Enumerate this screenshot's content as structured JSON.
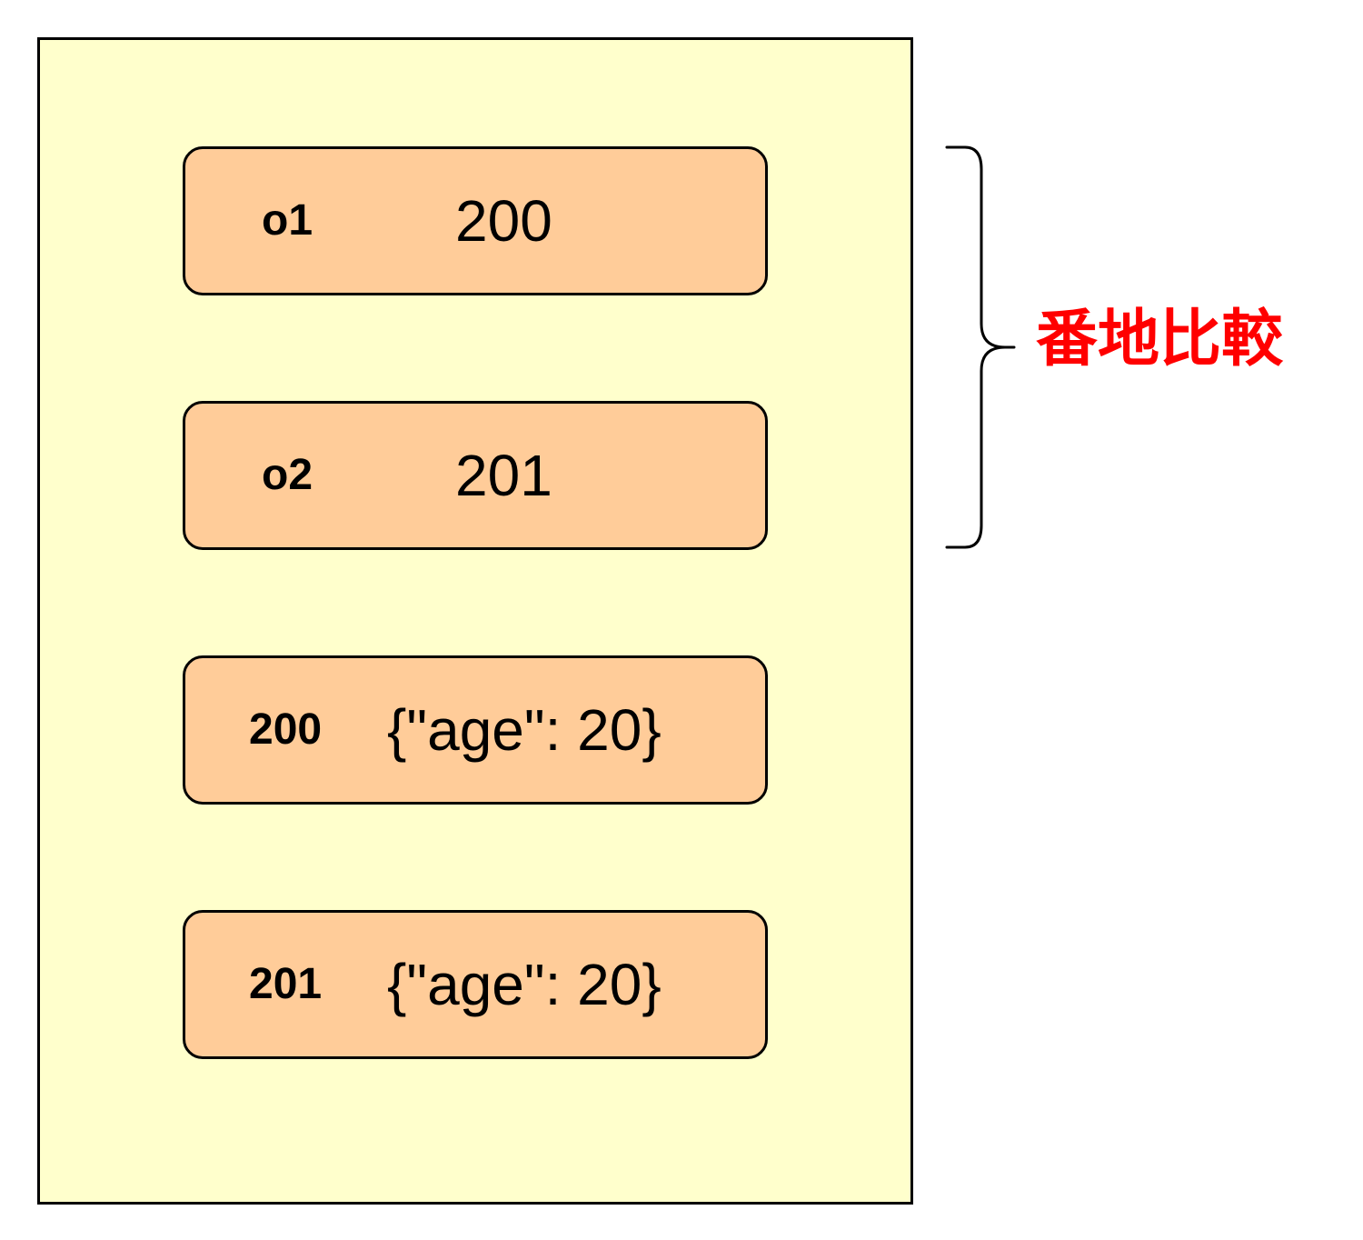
{
  "diagram": {
    "cells": [
      {
        "key": "o1",
        "value": "200"
      },
      {
        "key": "o2",
        "value": "201"
      },
      {
        "key": "200",
        "value": "{\"age\": 20}"
      },
      {
        "key": "201",
        "value": "{\"age\": 20}"
      }
    ],
    "comparison": {
      "label": "番地比較",
      "color": "#ff0000"
    },
    "colors": {
      "panel_fill": "#ffffcc",
      "cell_fill": "#ffcc99",
      "stroke": "#000000"
    }
  }
}
